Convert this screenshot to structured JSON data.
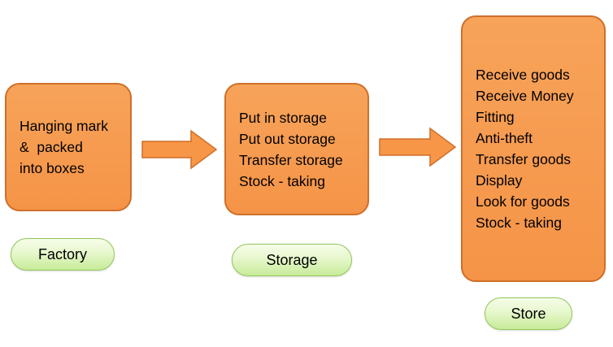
{
  "colors": {
    "box_fill": "#f79646",
    "box_border": "#ce6f2a",
    "label_fill": "#d8f1b5",
    "label_border": "#93c75b",
    "arrow_fill": "#f79646"
  },
  "stages": [
    {
      "lines": [
        "Hanging mark",
        "&  packed",
        "into boxes"
      ],
      "label": "Factory"
    },
    {
      "lines": [
        "Put in storage",
        "Put out storage",
        "Transfer storage",
        "Stock - taking"
      ],
      "label": "Storage"
    },
    {
      "lines": [
        "Receive goods",
        "Receive Money",
        "Fitting",
        "Anti-theft",
        "Transfer goods",
        "Display",
        "Look for goods",
        "Stock - taking"
      ],
      "label": "Store"
    }
  ],
  "arrows": [
    {
      "from": "Factory",
      "to": "Storage",
      "icon": "right-block-arrow"
    },
    {
      "from": "Storage",
      "to": "Store",
      "icon": "right-block-arrow"
    }
  ]
}
